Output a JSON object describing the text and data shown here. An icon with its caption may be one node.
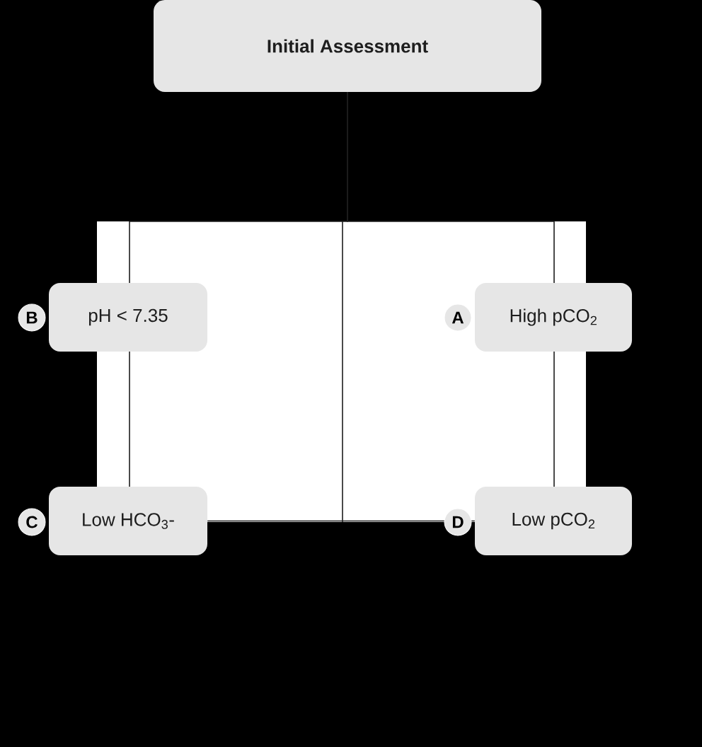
{
  "diagram": {
    "nodes": [
      {
        "text": [
          "Initial Assessment"
        ]
      },
      {
        "text": [
          "pH < 7.35"
        ],
        "beside": [
          "B"
        ]
      },
      {
        "text": [
          "High pCO$_{2}$"
        ],
        "beside": [
          "A"
        ]
      },
      {
        "text": [
          "Low HCO$_{3}$-"
        ],
        "beside": [
          "C"
        ]
      },
      {
        "text": [
          "Low pCO$_{2}$"
        ],
        "beside": [
          "D"
        ]
      }
    ],
    "edges": [
      {
        "from": 0,
        "to": 1,
        "arrow": "none"
      },
      {
        "from": 0,
        "to": 2,
        "arrow": "none"
      },
      {
        "from": 1,
        "to": 3,
        "arrow": "none"
      },
      {
        "from": 2,
        "to": 4,
        "arrow": "none"
      },
      {
        "from": 3,
        "to": 4,
        "arrow": "none"
      }
    ]
  }
}
